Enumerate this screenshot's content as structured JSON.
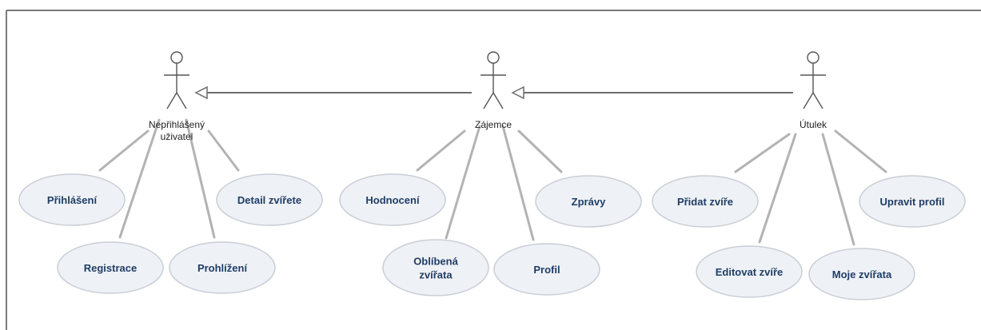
{
  "colors": {
    "frame": "#7a7a7a",
    "association_line": "#b3b3b3",
    "generalization_line": "#6d6d6d",
    "actor_stroke": "#555555",
    "usecase_fill": "#eef1f5",
    "usecase_stroke": "#c9ced6",
    "usecase_text": "#1f3d66",
    "actor_text": "#222222"
  },
  "actors": [
    {
      "id": "neprihlaseny",
      "label_lines": [
        "Nepřihlášený",
        "uživatel"
      ]
    },
    {
      "id": "zajemce",
      "label_lines": [
        "Zájemce"
      ]
    },
    {
      "id": "utulek",
      "label_lines": [
        "Útulek"
      ]
    }
  ],
  "generalizations": [
    {
      "from": "zajemce",
      "to": "neprihlaseny"
    },
    {
      "from": "utulek",
      "to": "zajemce"
    }
  ],
  "use_cases": [
    {
      "id": "prihlaseni",
      "actor": "neprihlaseny",
      "label_lines": [
        "Přihlášení"
      ]
    },
    {
      "id": "registrace",
      "actor": "neprihlaseny",
      "label_lines": [
        "Registrace"
      ]
    },
    {
      "id": "prohlizeni",
      "actor": "neprihlaseny",
      "label_lines": [
        "Prohlížení"
      ]
    },
    {
      "id": "detail-zvirete",
      "actor": "neprihlaseny",
      "label_lines": [
        "Detail zvířete"
      ]
    },
    {
      "id": "hodnoceni",
      "actor": "zajemce",
      "label_lines": [
        "Hodnocení"
      ]
    },
    {
      "id": "oblibena-zvirata",
      "actor": "zajemce",
      "label_lines": [
        "Oblíbená",
        "zvířata"
      ]
    },
    {
      "id": "profil",
      "actor": "zajemce",
      "label_lines": [
        "Profil"
      ]
    },
    {
      "id": "zpravy",
      "actor": "zajemce",
      "label_lines": [
        "Zprávy"
      ]
    },
    {
      "id": "pridat-zvire",
      "actor": "utulek",
      "label_lines": [
        "Přidat zvíře"
      ]
    },
    {
      "id": "editovat-zvire",
      "actor": "utulek",
      "label_lines": [
        "Editovat zvíře"
      ]
    },
    {
      "id": "moje-zvirata",
      "actor": "utulek",
      "label_lines": [
        "Moje zvířata"
      ]
    },
    {
      "id": "upravit-profil",
      "actor": "utulek",
      "label_lines": [
        "Upravit profil"
      ]
    }
  ]
}
